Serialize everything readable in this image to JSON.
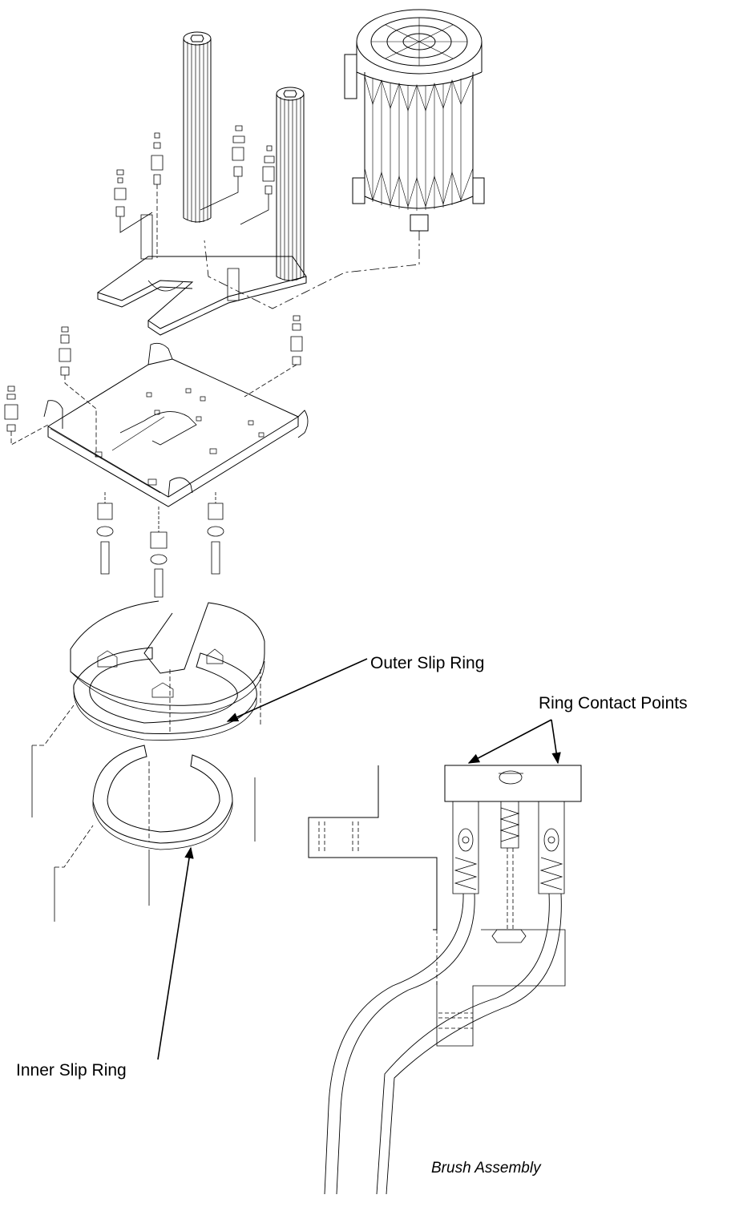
{
  "labels": {
    "outer_slip_ring": "Outer Slip Ring",
    "ring_contact_points": "Ring Contact Points",
    "inner_slip_ring": "Inner Slip Ring",
    "brush_assembly": "Brush Assembly"
  },
  "colors": {
    "line": "#000000",
    "background": "#ffffff"
  }
}
